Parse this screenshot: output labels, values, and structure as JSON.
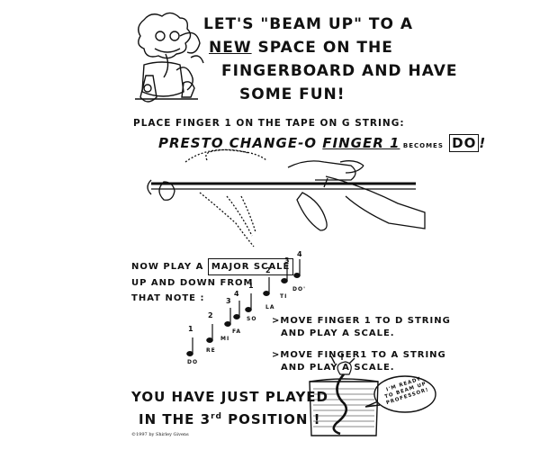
{
  "title": {
    "line1": "LET'S \"BEAM UP\" TO A",
    "line2_underlined": "NEW",
    "line2_rest": " SPACE ON THE",
    "line3": "FINGERBOARD AND HAVE",
    "line4": "SOME FUN!"
  },
  "instruction": "PLACE FINGER 1 ON THE TAPE ON G STRING:",
  "presto": {
    "lead": "PRESTO CHANGE-O ",
    "finger": "FINGER 1",
    "becomes": " BECOMES",
    "do": "DO",
    "bang": "!"
  },
  "now_play": {
    "pre": "NOW PLAY A",
    "boxed": "MAJOR SCALE",
    "line2": "UP AND DOWN FROM",
    "line3": "THAT NOTE :"
  },
  "scale": {
    "fingers": [
      "1",
      "2",
      "3",
      "4",
      "1",
      "2",
      "3",
      "4"
    ],
    "syllables": [
      "DO",
      "RE",
      "MI",
      "FA",
      "SO",
      "LA",
      "TI",
      "DO'"
    ]
  },
  "move_d": {
    "line1": ">MOVE FINGER 1 TO D STRING",
    "line2": "AND PLAY A SCALE."
  },
  "move_a": {
    "line1": ">MOVE FINGER1 TO A STRING",
    "line2": "AND PLAY A SCALE."
  },
  "played": {
    "line1": "YOU HAVE JUST PLAYED",
    "line2_pre": "IN THE 3",
    "line2_sup": "rd",
    "line2_post": " POSITION !"
  },
  "speech": {
    "line1": "I'M READY",
    "line2": "TO BEAM UP",
    "line3": "PROFESSOR!"
  },
  "copyright": "©1997 by Shirley Givens"
}
